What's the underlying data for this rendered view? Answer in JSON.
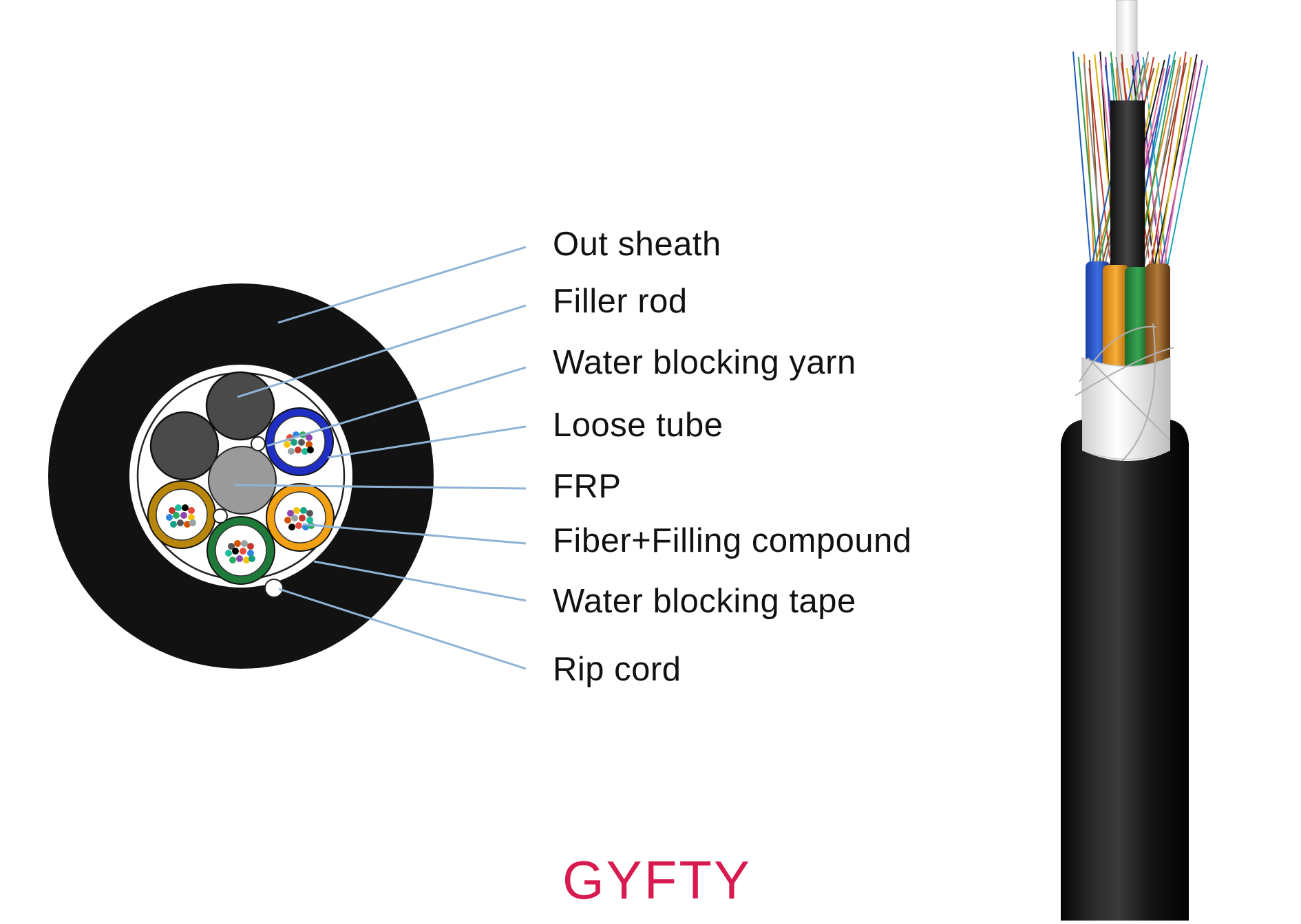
{
  "labels": [
    {
      "id": "out-sheath",
      "text": "Out sheath"
    },
    {
      "id": "filler-rod",
      "text": "Filler rod"
    },
    {
      "id": "water-blocking-yarn",
      "text": "Water blocking yarn"
    },
    {
      "id": "loose-tube",
      "text": "Loose tube"
    },
    {
      "id": "frp",
      "text": "FRP"
    },
    {
      "id": "fiber-filling-compound",
      "text": "Fiber+Filling compound"
    },
    {
      "id": "water-blocking-tape",
      "text": "Water blocking tape"
    },
    {
      "id": "rip-cord",
      "text": "Rip cord"
    }
  ],
  "title": "GYFTY",
  "colors": {
    "sheath": "#121212",
    "leader_line": "#8fb3d6",
    "title": "#d81b4f",
    "filler_rod": "#4a4a4a",
    "frp": "#9a9a9a",
    "tube_blue": "#1f2fc4",
    "tube_orange": "#f2a014",
    "tube_green": "#1f7a3a",
    "tube_brown": "#b8860b"
  }
}
